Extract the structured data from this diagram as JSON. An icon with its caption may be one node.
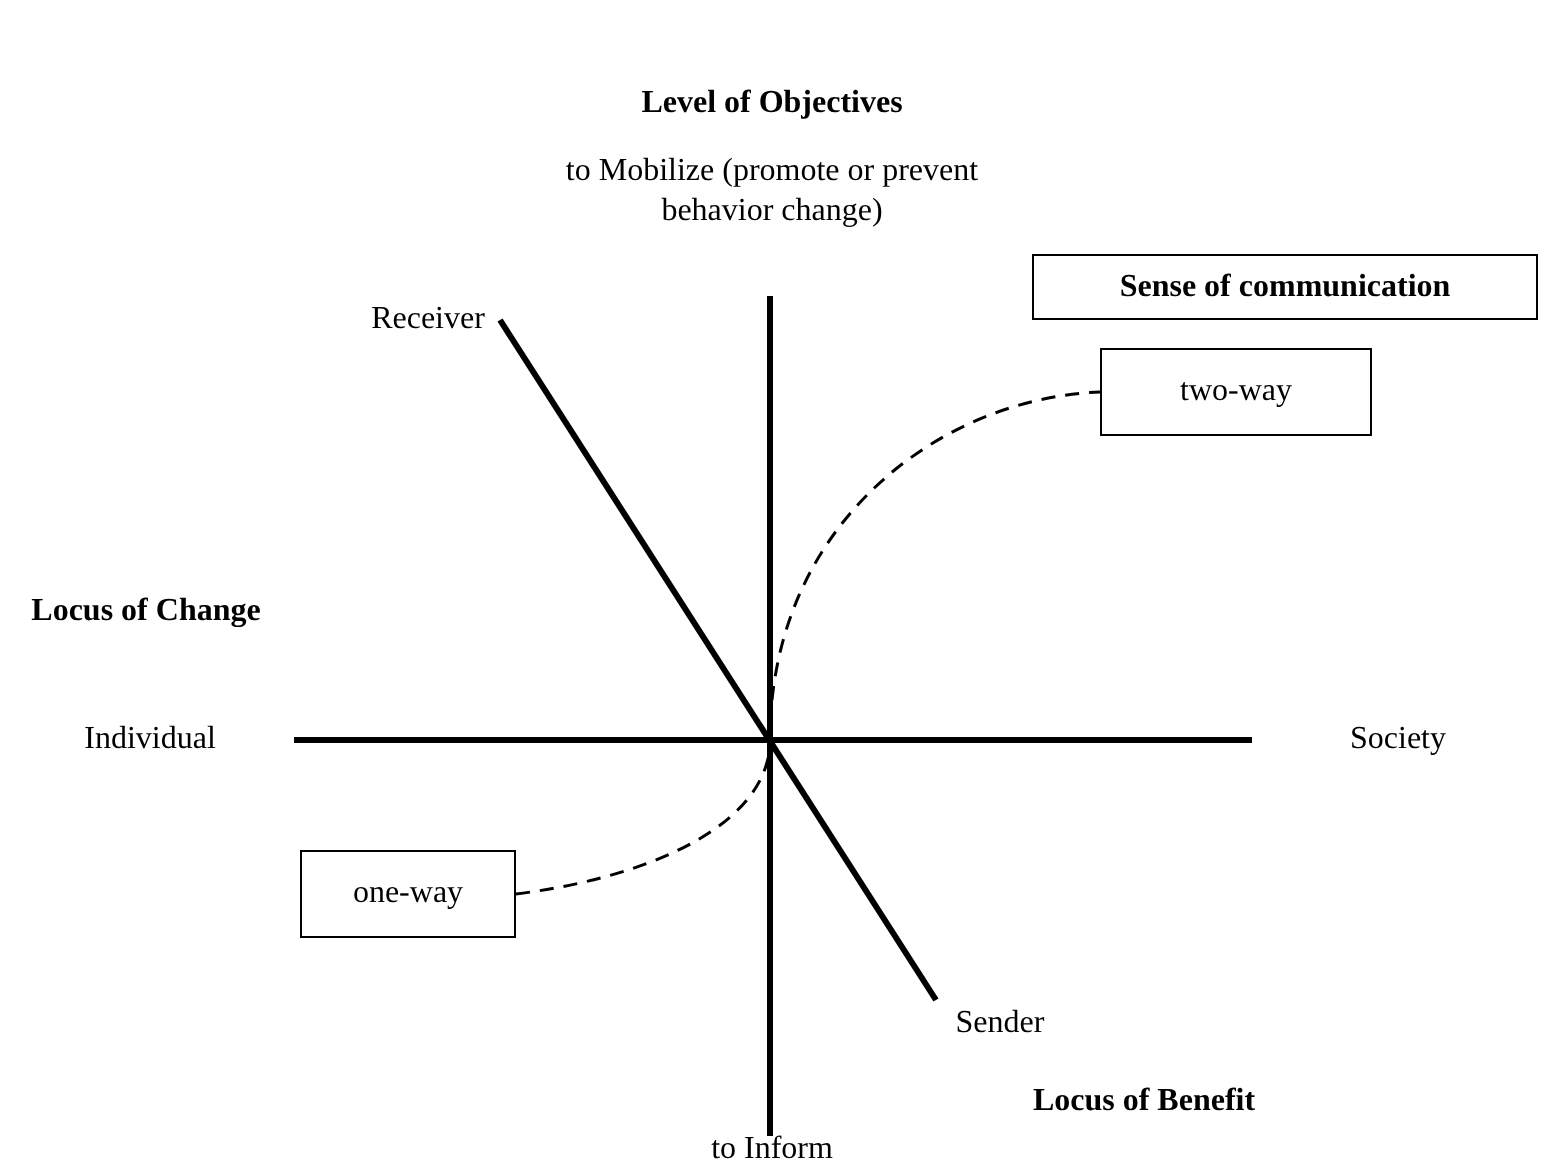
{
  "diagram": {
    "nodes": [
      {
        "text": [
          "Sense of communication"
        ]
      },
      {
        "text": [
          "two-way"
        ]
      },
      {
        "text": [
          "one-way"
        ]
      }
    ],
    "edges": [
      {
        "from": 2,
        "to": 1,
        "arrow": "none",
        "style": "dashed"
      }
    ],
    "labels": [
      "Level of Objectives",
      "to Mobilize (promote or prevent behavior change)",
      "Receiver",
      "Locus of Change",
      "Individual",
      "Society",
      "Sender",
      "Locus of Benefit",
      "to Inform"
    ]
  }
}
